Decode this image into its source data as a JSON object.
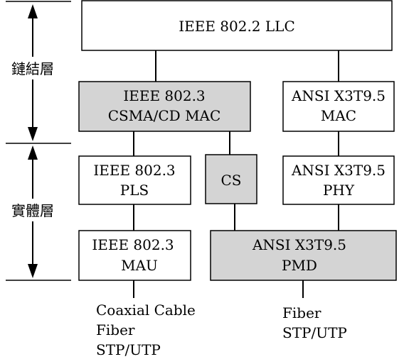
{
  "colors": {
    "shaded": "#d4d4d4",
    "plain": "#ffffff",
    "stroke": "#000000"
  },
  "layers": {
    "data_link": "鏈結層",
    "physical": "實體層"
  },
  "boxes": {
    "llc": {
      "lines": [
        "IEEE 802.2 LLC"
      ]
    },
    "csma_mac": {
      "lines": [
        "IEEE 802.3",
        "CSMA/CD MAC"
      ]
    },
    "ansi_mac": {
      "lines": [
        "ANSI X3T9.5",
        "MAC"
      ]
    },
    "pls": {
      "lines": [
        "IEEE 802.3",
        "PLS"
      ]
    },
    "cs": {
      "lines": [
        "CS"
      ]
    },
    "ansi_phy": {
      "lines": [
        "ANSI X3T9.5",
        "PHY"
      ]
    },
    "mau": {
      "lines": [
        "IEEE 802.3",
        "MAU"
      ]
    },
    "ansi_pmd": {
      "lines": [
        "ANSI X3T9.5",
        "PMD"
      ]
    }
  },
  "media": {
    "ieee": [
      "Coaxial Cable",
      "Fiber",
      "STP/UTP"
    ],
    "ansi": [
      "Fiber",
      "STP/UTP"
    ]
  }
}
